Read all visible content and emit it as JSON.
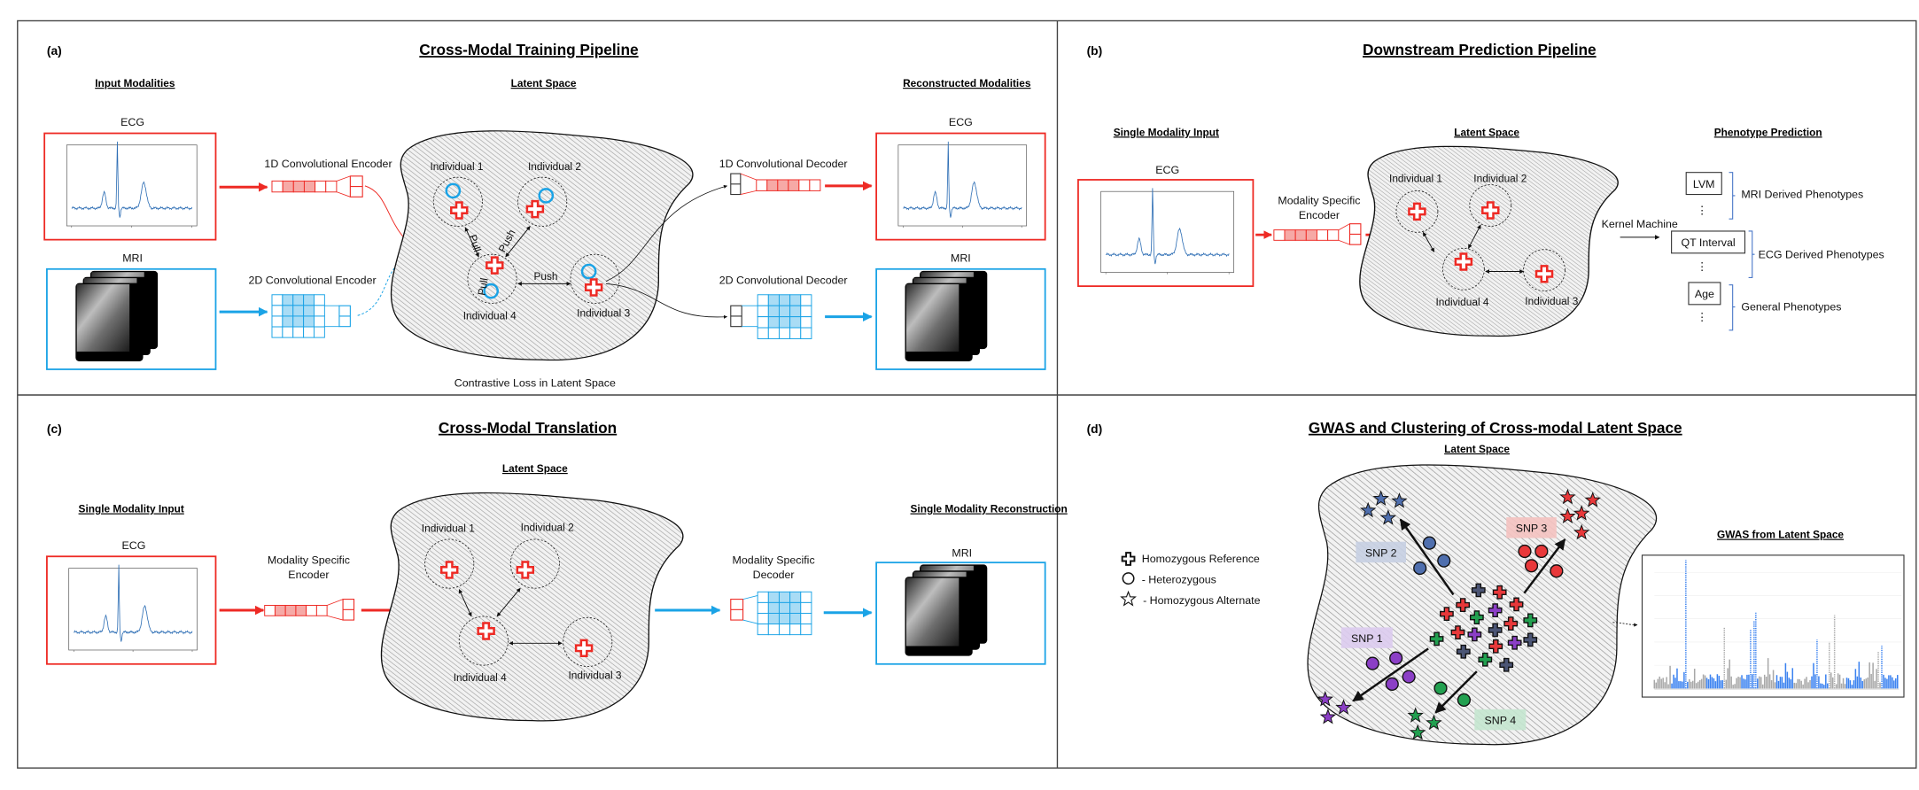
{
  "colors": {
    "red": "#ee2a24",
    "cyan": "#1aa3e6",
    "brace": "#4a78c8",
    "snp_blue": "#4f6fae",
    "snp_red": "#e8383a",
    "snp_purple": "#8b3fc6",
    "snp_green": "#22a050",
    "snp_dark": "#4b5575"
  },
  "panel_a": {
    "label": "(a)",
    "title": "Cross-Modal Training Pipeline",
    "headers": {
      "input": "Input Modalities",
      "latent": "Latent Space",
      "reconstructed": "Reconstructed Modalities"
    },
    "input_ecg": "ECG",
    "input_mri": "MRI",
    "encoder_1d": "1D Convolutional Encoder",
    "encoder_2d": "2D Convolutional Encoder",
    "decoder_1d": "1D Convolutional Decoder",
    "decoder_2d": "2D Convolutional Decoder",
    "output_ecg": "ECG",
    "output_mri": "MRI",
    "individuals": [
      "Individual 1",
      "Individual 2",
      "Individual 3",
      "Individual 4"
    ],
    "pull": "Pull",
    "push": "Push",
    "caption": "Contrastive Loss in Latent Space"
  },
  "panel_b": {
    "label": "(b)",
    "title": "Downstream Prediction Pipeline",
    "headers": {
      "input": "Single Modality Input",
      "latent": "Latent Space",
      "prediction": "Phenotype Prediction"
    },
    "input_ecg": "ECG",
    "encoder": [
      "Modality Specific",
      "Encoder"
    ],
    "individuals": [
      "Individual 1",
      "Individual 2",
      "Individual 3",
      "Individual 4"
    ],
    "kernel_machine": "Kernel Machine",
    "phenotypes": [
      {
        "box": "LVM",
        "group": "MRI Derived Phenotypes",
        "more": "⋮"
      },
      {
        "box": "QT Interval",
        "group": "ECG Derived Phenotypes",
        "more": "⋮"
      },
      {
        "box": "Age",
        "group": "General Phenotypes",
        "more": "⋮"
      }
    ]
  },
  "panel_c": {
    "label": "(c)",
    "title": "Cross-Modal Translation",
    "headers": {
      "input": "Single Modality Input",
      "latent": "Latent Space",
      "reconstruction": "Single Modality Reconstruction"
    },
    "input_ecg": "ECG",
    "output_mri": "MRI",
    "encoder": [
      "Modality Specific",
      "Encoder"
    ],
    "decoder": [
      "Modality Specific",
      "Decoder"
    ],
    "individuals": [
      "Individual 1",
      "Individual 2",
      "Individual 3",
      "Individual 4"
    ]
  },
  "panel_d": {
    "label": "(d)",
    "title": "GWAS and Clustering of Cross-modal Latent Space",
    "latent": "Latent Space",
    "legend": [
      "Homozygous Reference",
      "- Heterozygous",
      "- Homozygous Alternate"
    ],
    "snps": [
      "SNP 1",
      "SNP 2",
      "SNP 3",
      "SNP 4"
    ],
    "gwas_title": "GWAS from Latent Space"
  }
}
